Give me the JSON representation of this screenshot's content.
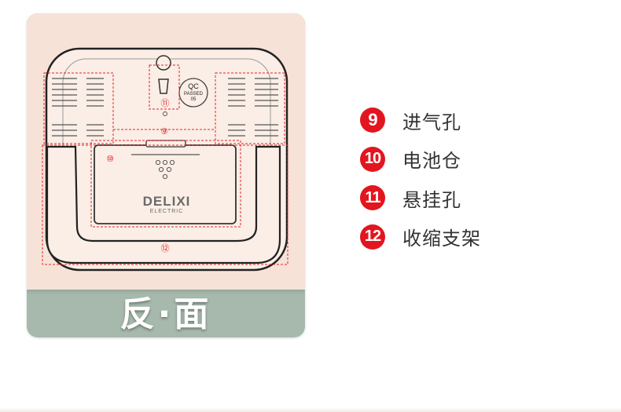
{
  "caption": "反·面",
  "device": {
    "brand": "DELIXI",
    "brand_sub": "ELECTRIC",
    "qc_line1": "QC",
    "qc_line2": "PASSED",
    "qc_line3": "05"
  },
  "callouts": [
    "⑨",
    "⑩",
    "⑪",
    "⑫"
  ],
  "legend": [
    {
      "num": "9",
      "label": "进气孔"
    },
    {
      "num": "10",
      "label": "电池仓"
    },
    {
      "num": "11",
      "label": "悬挂孔"
    },
    {
      "num": "12",
      "label": "收缩支架"
    }
  ],
  "colors": {
    "card_top": "#f7e2d8",
    "card_bottom": "#a7b9ac",
    "accent_red": "#e3151f",
    "dash_red": "#e0272c"
  }
}
